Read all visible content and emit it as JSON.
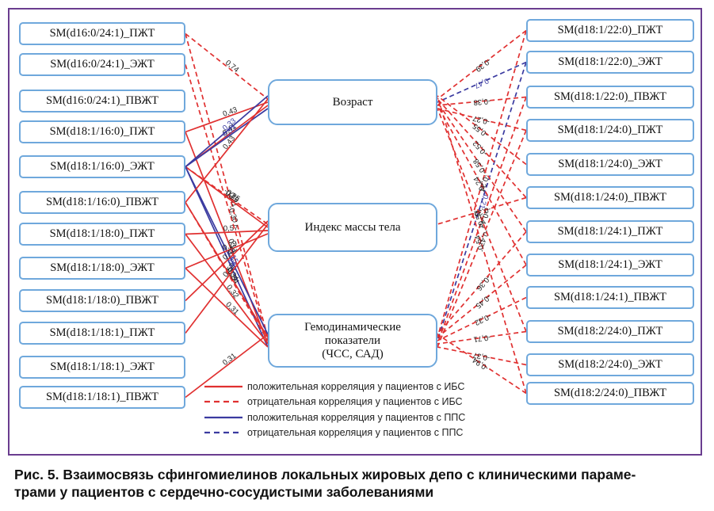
{
  "left_nodes": [
    "SM(d16:0/24:1)_ПЖТ",
    "SM(d16:0/24:1)_ЭЖТ",
    "SM(d16:0/24:1)_ПВЖТ",
    "SM(d18:1/16:0)_ПЖТ",
    "SM(d18:1/16:0)_ЭЖТ",
    "SM(d18:1/16:0)_ПВЖТ",
    "SM(d18:1/18:0)_ПЖТ",
    "SM(d18:1/18:0)_ЭЖТ",
    "SM(d18:1/18:0)_ПВЖТ",
    "SM(d18:1/18:1)_ПЖТ",
    "SM(d18:1/18:1)_ЭЖТ",
    "SM(d18:1/18:1)_ПВЖТ"
  ],
  "right_nodes": [
    "SM(d18:1/22:0)_ПЖТ",
    "SM(d18:1/22:0)_ЭЖТ",
    "SM(d18:1/22:0)_ПВЖТ",
    "SM(d18:1/24:0)_ПЖТ",
    "SM(d18:1/24:0)_ЭЖТ",
    "SM(d18:1/24:0)_ПВЖТ",
    "SM(d18:1/24:1)_ПЖТ",
    "SM(d18:1/24:1)_ЭЖТ",
    "SM(d18:1/24:1)_ПВЖТ",
    "SM(d18:2/24:0)_ПЖТ",
    "SM(d18:2/24:0)_ЭЖТ",
    "SM(d18:2/24:0)_ПВЖТ"
  ],
  "center_nodes": {
    "age": "Возраст",
    "bmi": "Индекс массы тела",
    "hemo_line1": "Гемодинамические",
    "hemo_line2": "показатели",
    "hemo_line3": "(ЧСС, САД)"
  },
  "legend": [
    {
      "label": "положительная корреляция у пациентов с ИБС",
      "color": "#e03030",
      "dashed": false
    },
    {
      "label": "отрицательная корреляция у пациентов с ИБС",
      "color": "#e03030",
      "dashed": true
    },
    {
      "label": "положительная корреляция у пациентов с ППС",
      "color": "#3a3aa0",
      "dashed": false
    },
    {
      "label": "отрицательная корреляция у пациентов с ППС",
      "color": "#3a3aa0",
      "dashed": true
    }
  ],
  "edges": [
    {
      "side": "L",
      "from": 0,
      "to": "age",
      "r": "0,74",
      "group": "IBS",
      "sign": "neg"
    },
    {
      "side": "L",
      "from": 0,
      "to": "hemo",
      "r": "-0,31",
      "group": "IBS",
      "sign": "neg"
    },
    {
      "side": "L",
      "from": 1,
      "to": "hemo",
      "r": "-0,30",
      "group": "IBS",
      "sign": "neg"
    },
    {
      "side": "L",
      "from": 3,
      "to": "age",
      "r": "0,43",
      "group": "IBS",
      "sign": "pos"
    },
    {
      "side": "L",
      "from": 3,
      "to": "hemo",
      "r": "0,51",
      "group": "IBS",
      "sign": "pos"
    },
    {
      "side": "L",
      "from": 4,
      "to": "age",
      "r": "0,41",
      "group": "IBS",
      "sign": "pos"
    },
    {
      "side": "L",
      "from": 4,
      "to": "age",
      "r": "0,53",
      "group": "PPS",
      "sign": "pos"
    },
    {
      "side": "L",
      "from": 4,
      "to": "age",
      "r": "0,33",
      "group": "PPS",
      "sign": "pos"
    },
    {
      "side": "L",
      "from": 4,
      "to": "bmi",
      "r": "-0,25",
      "group": "IBS",
      "sign": "neg"
    },
    {
      "side": "L",
      "from": 4,
      "to": "bmi",
      "r": "0,25",
      "group": "IBS",
      "sign": "pos"
    },
    {
      "side": "L",
      "from": 4,
      "to": "hemo",
      "r": "0,45",
      "group": "PPS",
      "sign": "pos"
    },
    {
      "side": "L",
      "from": 4,
      "to": "hemo",
      "r": "0,15",
      "group": "PPS",
      "sign": "pos"
    },
    {
      "side": "L",
      "from": 5,
      "to": "age",
      "r": "0,43",
      "group": "IBS",
      "sign": "pos"
    },
    {
      "side": "L",
      "from": 5,
      "to": "hemo",
      "r": "0,34",
      "group": "IBS",
      "sign": "pos"
    },
    {
      "side": "L",
      "from": 5,
      "to": "hemo",
      "r": "-0,54",
      "group": "IBS",
      "sign": "neg"
    },
    {
      "side": "L",
      "from": 6,
      "to": "bmi",
      "r": "0,57",
      "group": "IBS",
      "sign": "pos"
    },
    {
      "side": "L",
      "from": 6,
      "to": "hemo",
      "r": "0,32",
      "group": "IBS",
      "sign": "pos"
    },
    {
      "side": "L",
      "from": 7,
      "to": "bmi",
      "r": "0,29",
      "group": "IBS",
      "sign": "pos"
    },
    {
      "side": "L",
      "from": 7,
      "to": "hemo",
      "r": "0,31",
      "group": "IBS",
      "sign": "pos"
    },
    {
      "side": "L",
      "from": 8,
      "to": "bmi",
      "r": "0,43",
      "group": "IBS",
      "sign": "pos"
    },
    {
      "side": "L",
      "from": 9,
      "to": "bmi",
      "r": "0,57",
      "group": "IBS",
      "sign": "pos"
    },
    {
      "side": "L",
      "from": 11,
      "to": "hemo",
      "r": "0,31",
      "group": "IBS",
      "sign": "pos"
    },
    {
      "side": "R",
      "from": 0,
      "to": "age",
      "r": "-0,39",
      "group": "IBS",
      "sign": "neg"
    },
    {
      "side": "R",
      "from": 0,
      "to": "hemo",
      "r": "-0,24",
      "group": "IBS",
      "sign": "neg"
    },
    {
      "side": "R",
      "from": 1,
      "to": "hemo",
      "r": "-0,21",
      "group": "PPS",
      "sign": "neg"
    },
    {
      "side": "R",
      "from": 1,
      "to": "age",
      "r": "-0,47",
      "group": "PPS",
      "sign": "neg"
    },
    {
      "side": "R",
      "from": 2,
      "to": "age",
      "r": "-0,38",
      "group": "IBS",
      "sign": "neg"
    },
    {
      "side": "R",
      "from": 2,
      "to": "hemo",
      "r": "-0,43",
      "group": "IBS",
      "sign": "neg"
    },
    {
      "side": "R",
      "from": 3,
      "to": "age",
      "r": "-0,27",
      "group": "IBS",
      "sign": "neg"
    },
    {
      "side": "R",
      "from": 3,
      "to": "hemo",
      "r": "-0,47",
      "group": "IBS",
      "sign": "neg"
    },
    {
      "side": "R",
      "from": 4,
      "to": "age",
      "r": "-0,55",
      "group": "IBS",
      "sign": "neg"
    },
    {
      "side": "R",
      "from": 5,
      "to": "age",
      "r": "-0,52",
      "group": "IBS",
      "sign": "neg"
    },
    {
      "side": "R",
      "from": 5,
      "to": "bmi",
      "r": "-0,32",
      "group": "IBS",
      "sign": "neg"
    },
    {
      "side": "R",
      "from": 6,
      "to": "age",
      "r": "-0,58",
      "group": "IBS",
      "sign": "neg"
    },
    {
      "side": "R",
      "from": 6,
      "to": "hemo",
      "r": "-0,36",
      "group": "IBS",
      "sign": "neg"
    },
    {
      "side": "R",
      "from": 7,
      "to": "age",
      "r": "-0,24",
      "group": "IBS",
      "sign": "neg"
    },
    {
      "side": "R",
      "from": 7,
      "to": "hemo",
      "r": "-0,45",
      "group": "IBS",
      "sign": "neg"
    },
    {
      "side": "R",
      "from": 8,
      "to": "hemo",
      "r": "-0,32",
      "group": "IBS",
      "sign": "neg"
    },
    {
      "side": "R",
      "from": 9,
      "to": "hemo",
      "r": "-0,71",
      "group": "IBS",
      "sign": "neg"
    },
    {
      "side": "R",
      "from": 9,
      "to": "age",
      "r": "-0,50",
      "group": "IBS",
      "sign": "neg"
    },
    {
      "side": "R",
      "from": 10,
      "to": "hemo",
      "r": "-0,37",
      "group": "IBS",
      "sign": "neg"
    },
    {
      "side": "R",
      "from": 11,
      "to": "hemo",
      "r": "-0,94",
      "group": "IBS",
      "sign": "neg"
    },
    {
      "side": "R",
      "from": 11,
      "to": "age",
      "r": "-0,54",
      "group": "IBS",
      "sign": "neg"
    }
  ],
  "caption_line1": "Рис. 5. Взаимосвязь сфингомиелинов локальных жировых депо с клиническими параме-",
  "caption_line2": "трами у пациентов с сердечно-сосудистыми заболеваниями"
}
